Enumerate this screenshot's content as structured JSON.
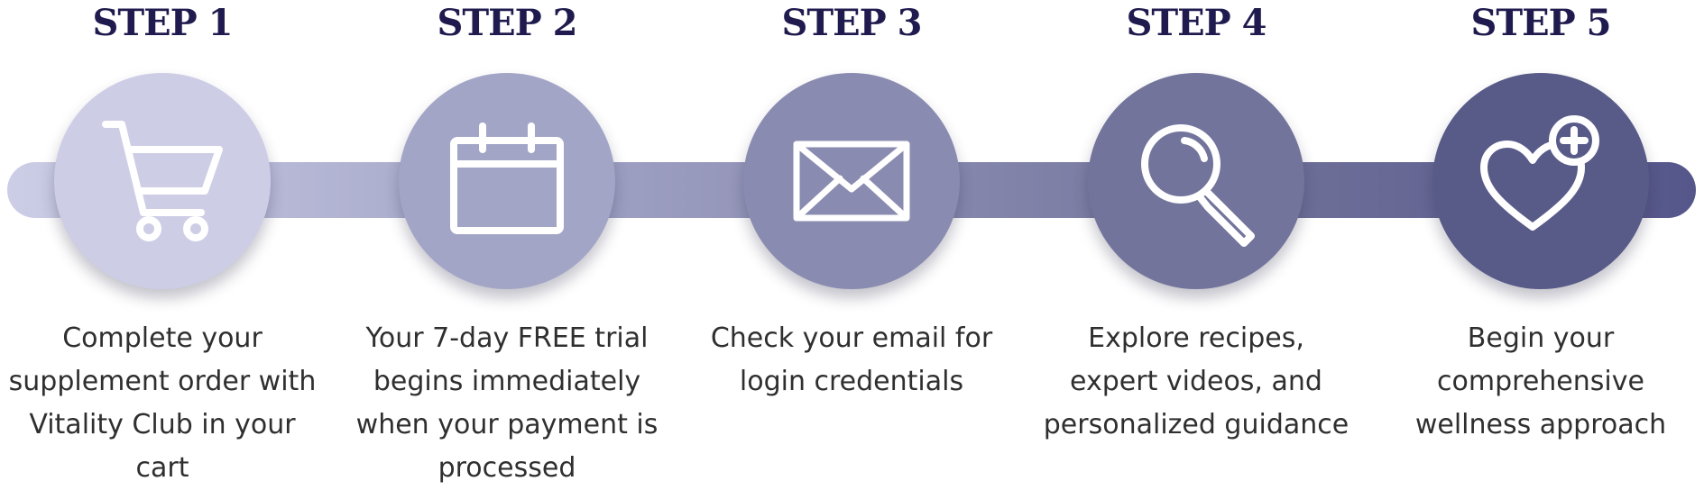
{
  "steps": [
    {
      "title": "STEP 1",
      "icon": "shopping-cart-icon",
      "color": "#cdcde6",
      "lines": [
        "Complete your",
        "supplement order with",
        "Vitality Club in your",
        "cart"
      ]
    },
    {
      "title": "STEP 2",
      "icon": "calendar-icon",
      "color": "#a3a5c7",
      "lines": [
        "Your 7-day FREE trial",
        "begins immediately",
        "when your payment is",
        "processed"
      ]
    },
    {
      "title": "STEP 3",
      "icon": "envelope-icon",
      "color": "#8a8bb0",
      "lines": [
        "Check your email for",
        "login credentials"
      ]
    },
    {
      "title": "STEP 4",
      "icon": "magnifying-glass-icon",
      "color": "#73749c",
      "lines": [
        "Explore recipes,",
        "expert videos, and",
        "personalized guidance"
      ]
    },
    {
      "title": "STEP 5",
      "icon": "heart-plus-icon",
      "color": "#585a88",
      "lines": [
        "Begin your",
        "comprehensive",
        "wellness approach"
      ]
    }
  ]
}
